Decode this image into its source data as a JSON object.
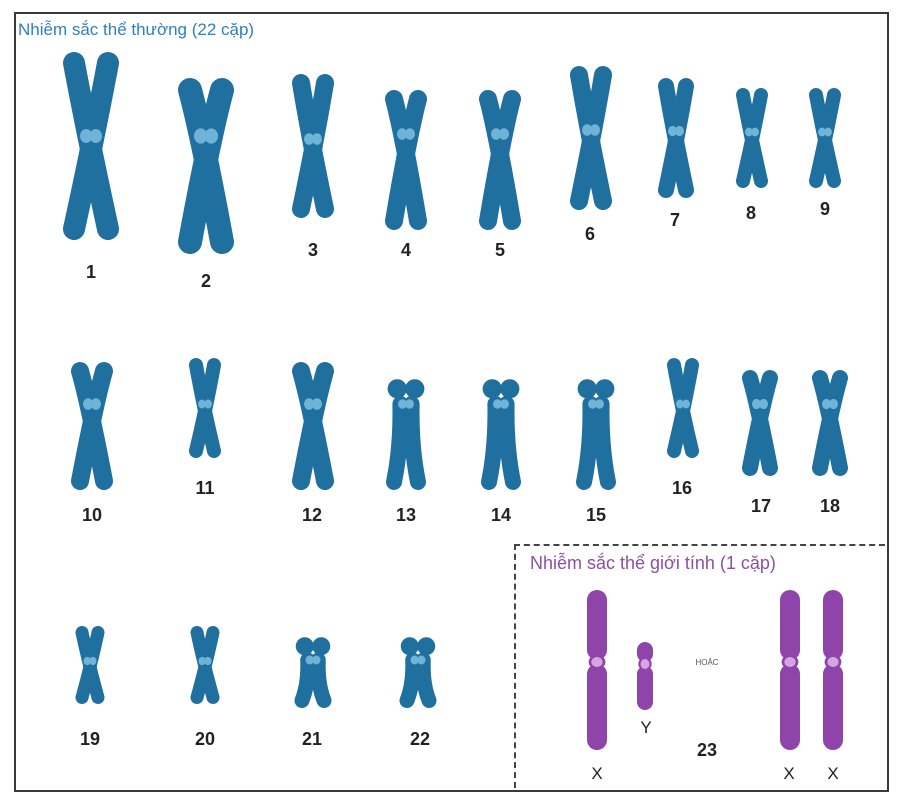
{
  "autosome_title": "Nhiễm sắc thể thường (22 cặp)",
  "sex_title": "Nhiễm sắc thể giới tính (1 cặp)",
  "autosome_labels": [
    "1",
    "2",
    "3",
    "4",
    "5",
    "6",
    "7",
    "8",
    "9",
    "10",
    "11",
    "12",
    "13",
    "14",
    "15",
    "16",
    "17",
    "18",
    "19",
    "20",
    "21",
    "22"
  ],
  "sex_pair_number": "23",
  "sex_labels": {
    "x1": "X",
    "y": "Y",
    "or": "HOẶC",
    "x2": "X",
    "x3": "X"
  },
  "colors": {
    "autosome": "#1f6f9f",
    "autosome_centromere": "#6fb3d6",
    "sex": "#8e44a8",
    "sex_centromere": "#d6a6e3",
    "autosome_title": "#2f7fbf",
    "sex_title": "#8b4fa8"
  }
}
